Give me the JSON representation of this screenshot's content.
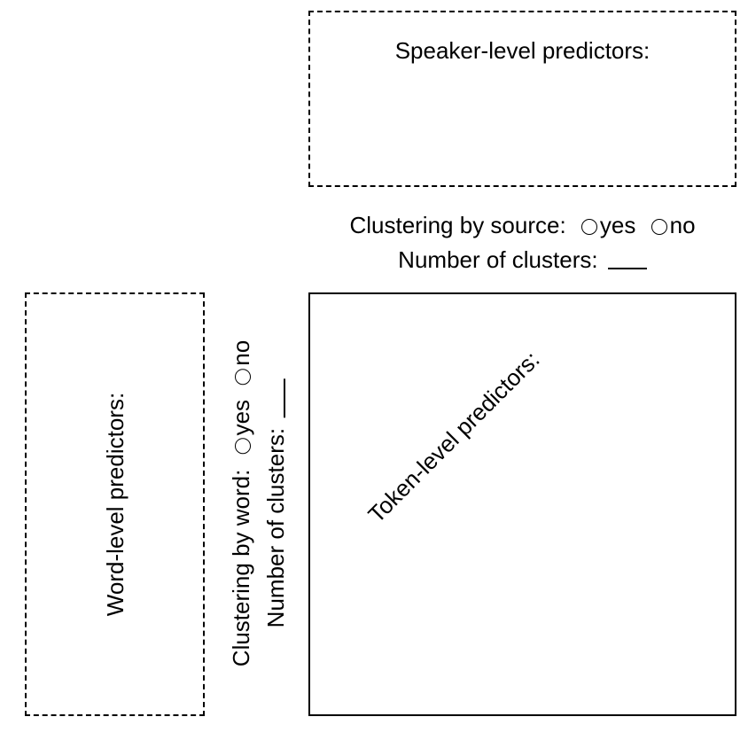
{
  "speaker": {
    "title": "Speaker-level predictors:",
    "clustering_label": "Clustering by source:",
    "option_yes": "yes",
    "option_no": "no",
    "clusters_label": "Number of clusters:"
  },
  "word": {
    "title": "Word-level predictors:",
    "clustering_label": "Clustering by word:",
    "option_yes": "yes",
    "option_no": "no",
    "clusters_label": "Number of clusters:"
  },
  "token": {
    "title": "Token-level predictors:"
  }
}
